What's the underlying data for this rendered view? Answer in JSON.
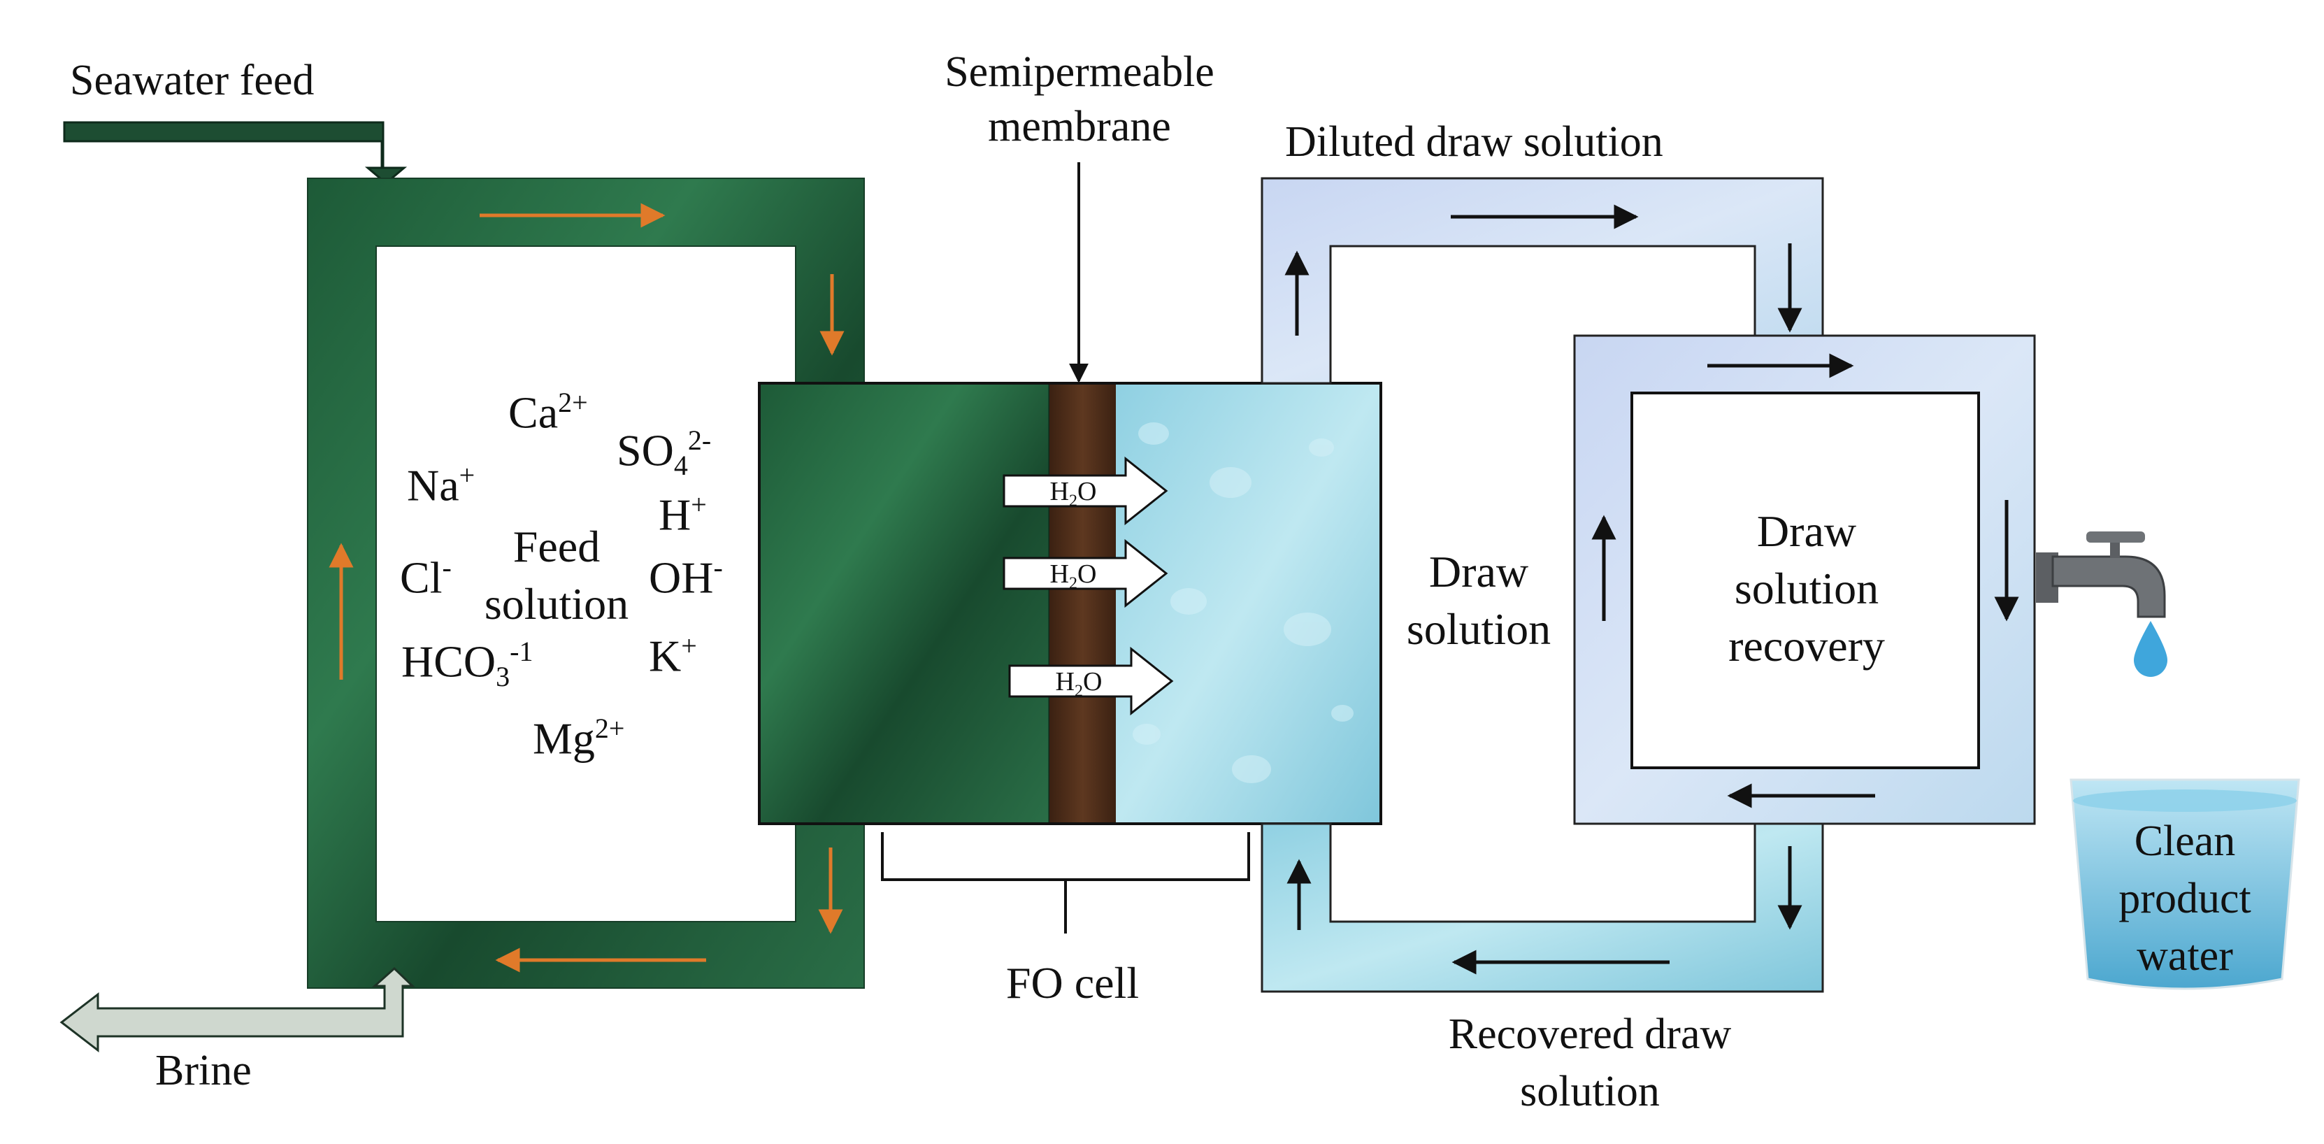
{
  "labels": {
    "seawater_feed": "Seawater feed",
    "brine": "Brine",
    "membrane_line1": "Semipermeable",
    "membrane_line2": "membrane",
    "diluted_draw": "Diluted draw solution",
    "feed_line1": "Feed",
    "feed_line2": "solution",
    "draw_line1": "Draw",
    "draw_line2": "solution",
    "recovery_line1": "Draw",
    "recovery_line2": "solution",
    "recovery_line3": "recovery",
    "fo_cell": "FO cell",
    "recovered_line1": "Recovered draw",
    "recovered_line2": "solution",
    "clean_line1": "Clean",
    "clean_line2": "product",
    "clean_line3": "water"
  },
  "ions": {
    "ca": {
      "base": "Ca",
      "sup": "2+"
    },
    "so4": {
      "base": "SO",
      "sub": "4",
      "sup": "2-"
    },
    "na": {
      "base": "Na",
      "sup": "+"
    },
    "h": {
      "base": "H",
      "sup": "+"
    },
    "cl": {
      "base": "Cl",
      "sup": "-"
    },
    "oh": {
      "base": "OH",
      "sup": "-"
    },
    "hco3": {
      "base": "HCO",
      "sub": "3",
      "sup": "-1"
    },
    "k": {
      "base": "K",
      "sup": "+"
    },
    "mg": {
      "base": "Mg",
      "sup": "2+"
    }
  },
  "water_arrows": [
    {
      "base": "H",
      "sub": "2",
      "tail": "O"
    },
    {
      "base": "H",
      "sub": "2",
      "tail": "O"
    },
    {
      "base": "H",
      "sub": "2",
      "tail": "O"
    }
  ],
  "colors": {
    "feed_green": "#1f5a3a",
    "membrane_brown": "#4a2a18",
    "draw_blue": "#a9dbe8",
    "loop_lavender": "#c9dcf0",
    "flow_orange": "#e07a2a",
    "brine_fill": "#cfd8cf"
  },
  "icons": [
    "faucet-icon",
    "water-drop-icon",
    "bucket-icon"
  ]
}
